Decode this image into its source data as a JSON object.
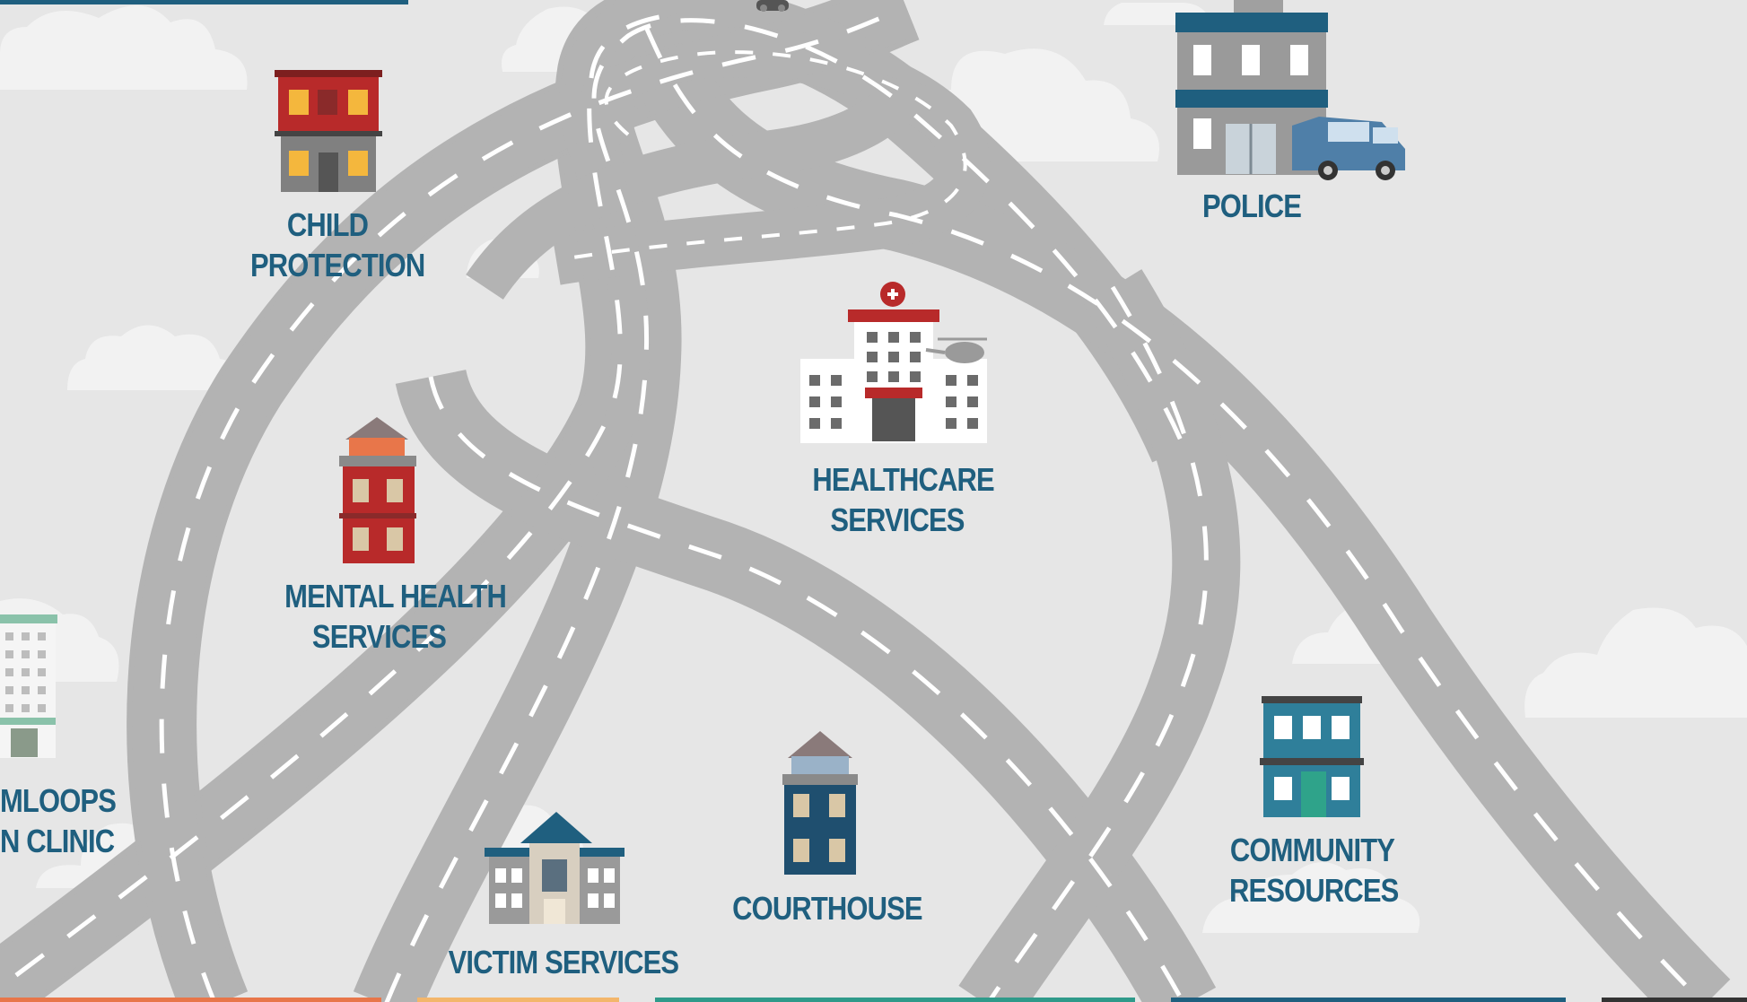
{
  "locations": {
    "child_protection": [
      "CHILD",
      "PROTECTION"
    ],
    "police": [
      "POLICE"
    ],
    "healthcare_services": [
      "HEALTHCARE",
      "SERVICES"
    ],
    "mental_health_services": [
      "MENTAL HEALTH",
      "SERVICES"
    ],
    "kamloops_clinic": [
      "MLOOPS",
      "N CLINIC"
    ],
    "victim_services": [
      "VICTIM SERVICES"
    ],
    "courthouse": [
      "COURTHOUSE"
    ],
    "community_resources": [
      "COMMUNITY",
      "RESOURCES"
    ]
  },
  "colors": {
    "label_text": "#1f5f7f",
    "road": "#b3b3b3",
    "road_marking": "#ffffff",
    "background": "#e6e6e6",
    "cloud": "#f2f2f2",
    "bottom_bar": [
      "#e8764a",
      "#f3b66b",
      "#2f9a8a",
      "#2f9a8a",
      "#1f5f7f",
      "#333333"
    ]
  },
  "icons": [
    "child-protection-building-icon",
    "police-station-icon",
    "police-van-icon",
    "hospital-icon",
    "helicopter-icon",
    "mental-health-building-icon",
    "clinic-building-icon",
    "victim-services-building-icon",
    "courthouse-icon",
    "community-resources-building-icon",
    "car-icon"
  ]
}
